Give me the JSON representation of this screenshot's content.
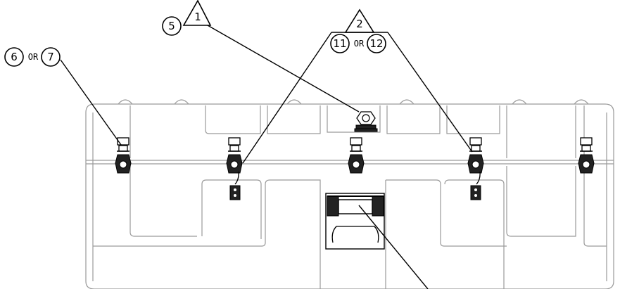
{
  "callouts": {
    "c1": "1",
    "c2": "2",
    "c5": "5",
    "c6": "6",
    "c7": "7",
    "c11": "11",
    "c12": "12",
    "or_a": "OR",
    "or_b": "OR"
  }
}
